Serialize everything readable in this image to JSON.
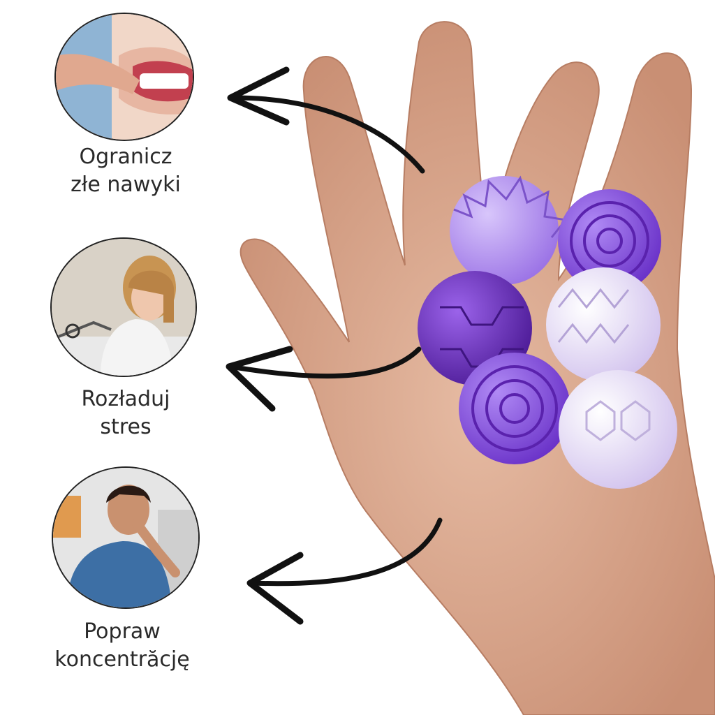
{
  "benefits": [
    {
      "id": "bad-habits",
      "line1": "Ogranicz",
      "line2": "złe nawyki"
    },
    {
      "id": "stress",
      "line1": "Rozładuj",
      "line2": "stres"
    },
    {
      "id": "focus",
      "line1": "Popraw",
      "line2": "koncentrăcję"
    }
  ],
  "colors": {
    "text": "#2a2a2a",
    "arrow": "#111111",
    "ball_dark": "#6a2fc0",
    "ball_mid": "#8a4fe0",
    "ball_light": "#b79cf0",
    "ball_pale": "#e6ddf6",
    "skin": "#d9a98f"
  }
}
